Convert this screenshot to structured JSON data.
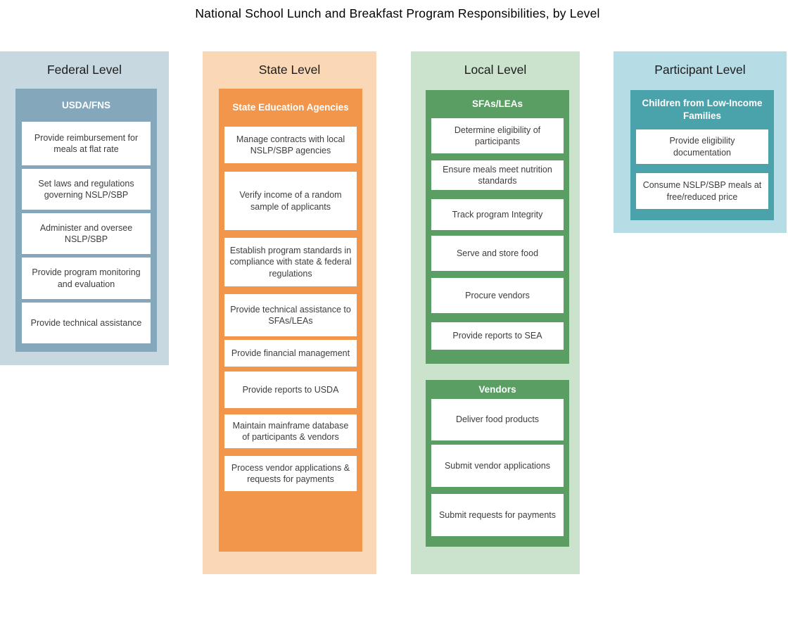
{
  "title": "National School Lunch and Breakfast Program Responsibilities, by Level",
  "palette": {
    "federal_bg": "#C7D8E0",
    "federal_accent": "#84A7BC",
    "state_bg": "#FAD8B6",
    "state_accent": "#F2964B",
    "local_bg": "#CBE2CD",
    "local_accent": "#5A9E64",
    "participant_bg": "#B6DCE6",
    "participant_accent": "#4AA2AB",
    "item_bg": "#FFFFFF",
    "item_text": "#3D3D3D"
  },
  "columns": [
    {
      "label": "Federal Level",
      "groups": [
        {
          "header": "USDA/FNS",
          "items": [
            "Provide reimbursement for meals at flat rate",
            "Set laws and regulations governing NSLP/SBP",
            "Administer and oversee NSLP/SBP",
            "Provide program monitoring and evaluation",
            "Provide technical assistance"
          ]
        }
      ]
    },
    {
      "label": "State Level",
      "groups": [
        {
          "header": "State Education Agencies",
          "items": [
            "Manage contracts with local NSLP/SBP agencies",
            "Verify income of a random sample of applicants",
            "Establish program standards in compliance with state & federal regulations",
            "Provide technical assistance to SFAs/LEAs",
            "Provide financial management",
            "Provide reports to USDA",
            "Maintain mainframe database of participants & vendors",
            "Process vendor applications & requests for payments"
          ]
        }
      ]
    },
    {
      "label": "Local Level",
      "groups": [
        {
          "header": "SFAs/LEAs",
          "items": [
            "Determine eligibility of participants",
            "Ensure meals meet nutrition standards",
            "Track program Integrity",
            "Serve and store food",
            "Procure vendors",
            "Provide reports to SEA"
          ]
        },
        {
          "header": "Vendors",
          "items": [
            "Deliver food products",
            "Submit vendor applications",
            "Submit requests for payments"
          ]
        }
      ]
    },
    {
      "label": "Participant Level",
      "groups": [
        {
          "header": "Children from Low-Income Families",
          "items": [
            "Provide eligibility documentation",
            "Consume NSLP/SBP meals at free/reduced price"
          ]
        }
      ]
    }
  ]
}
